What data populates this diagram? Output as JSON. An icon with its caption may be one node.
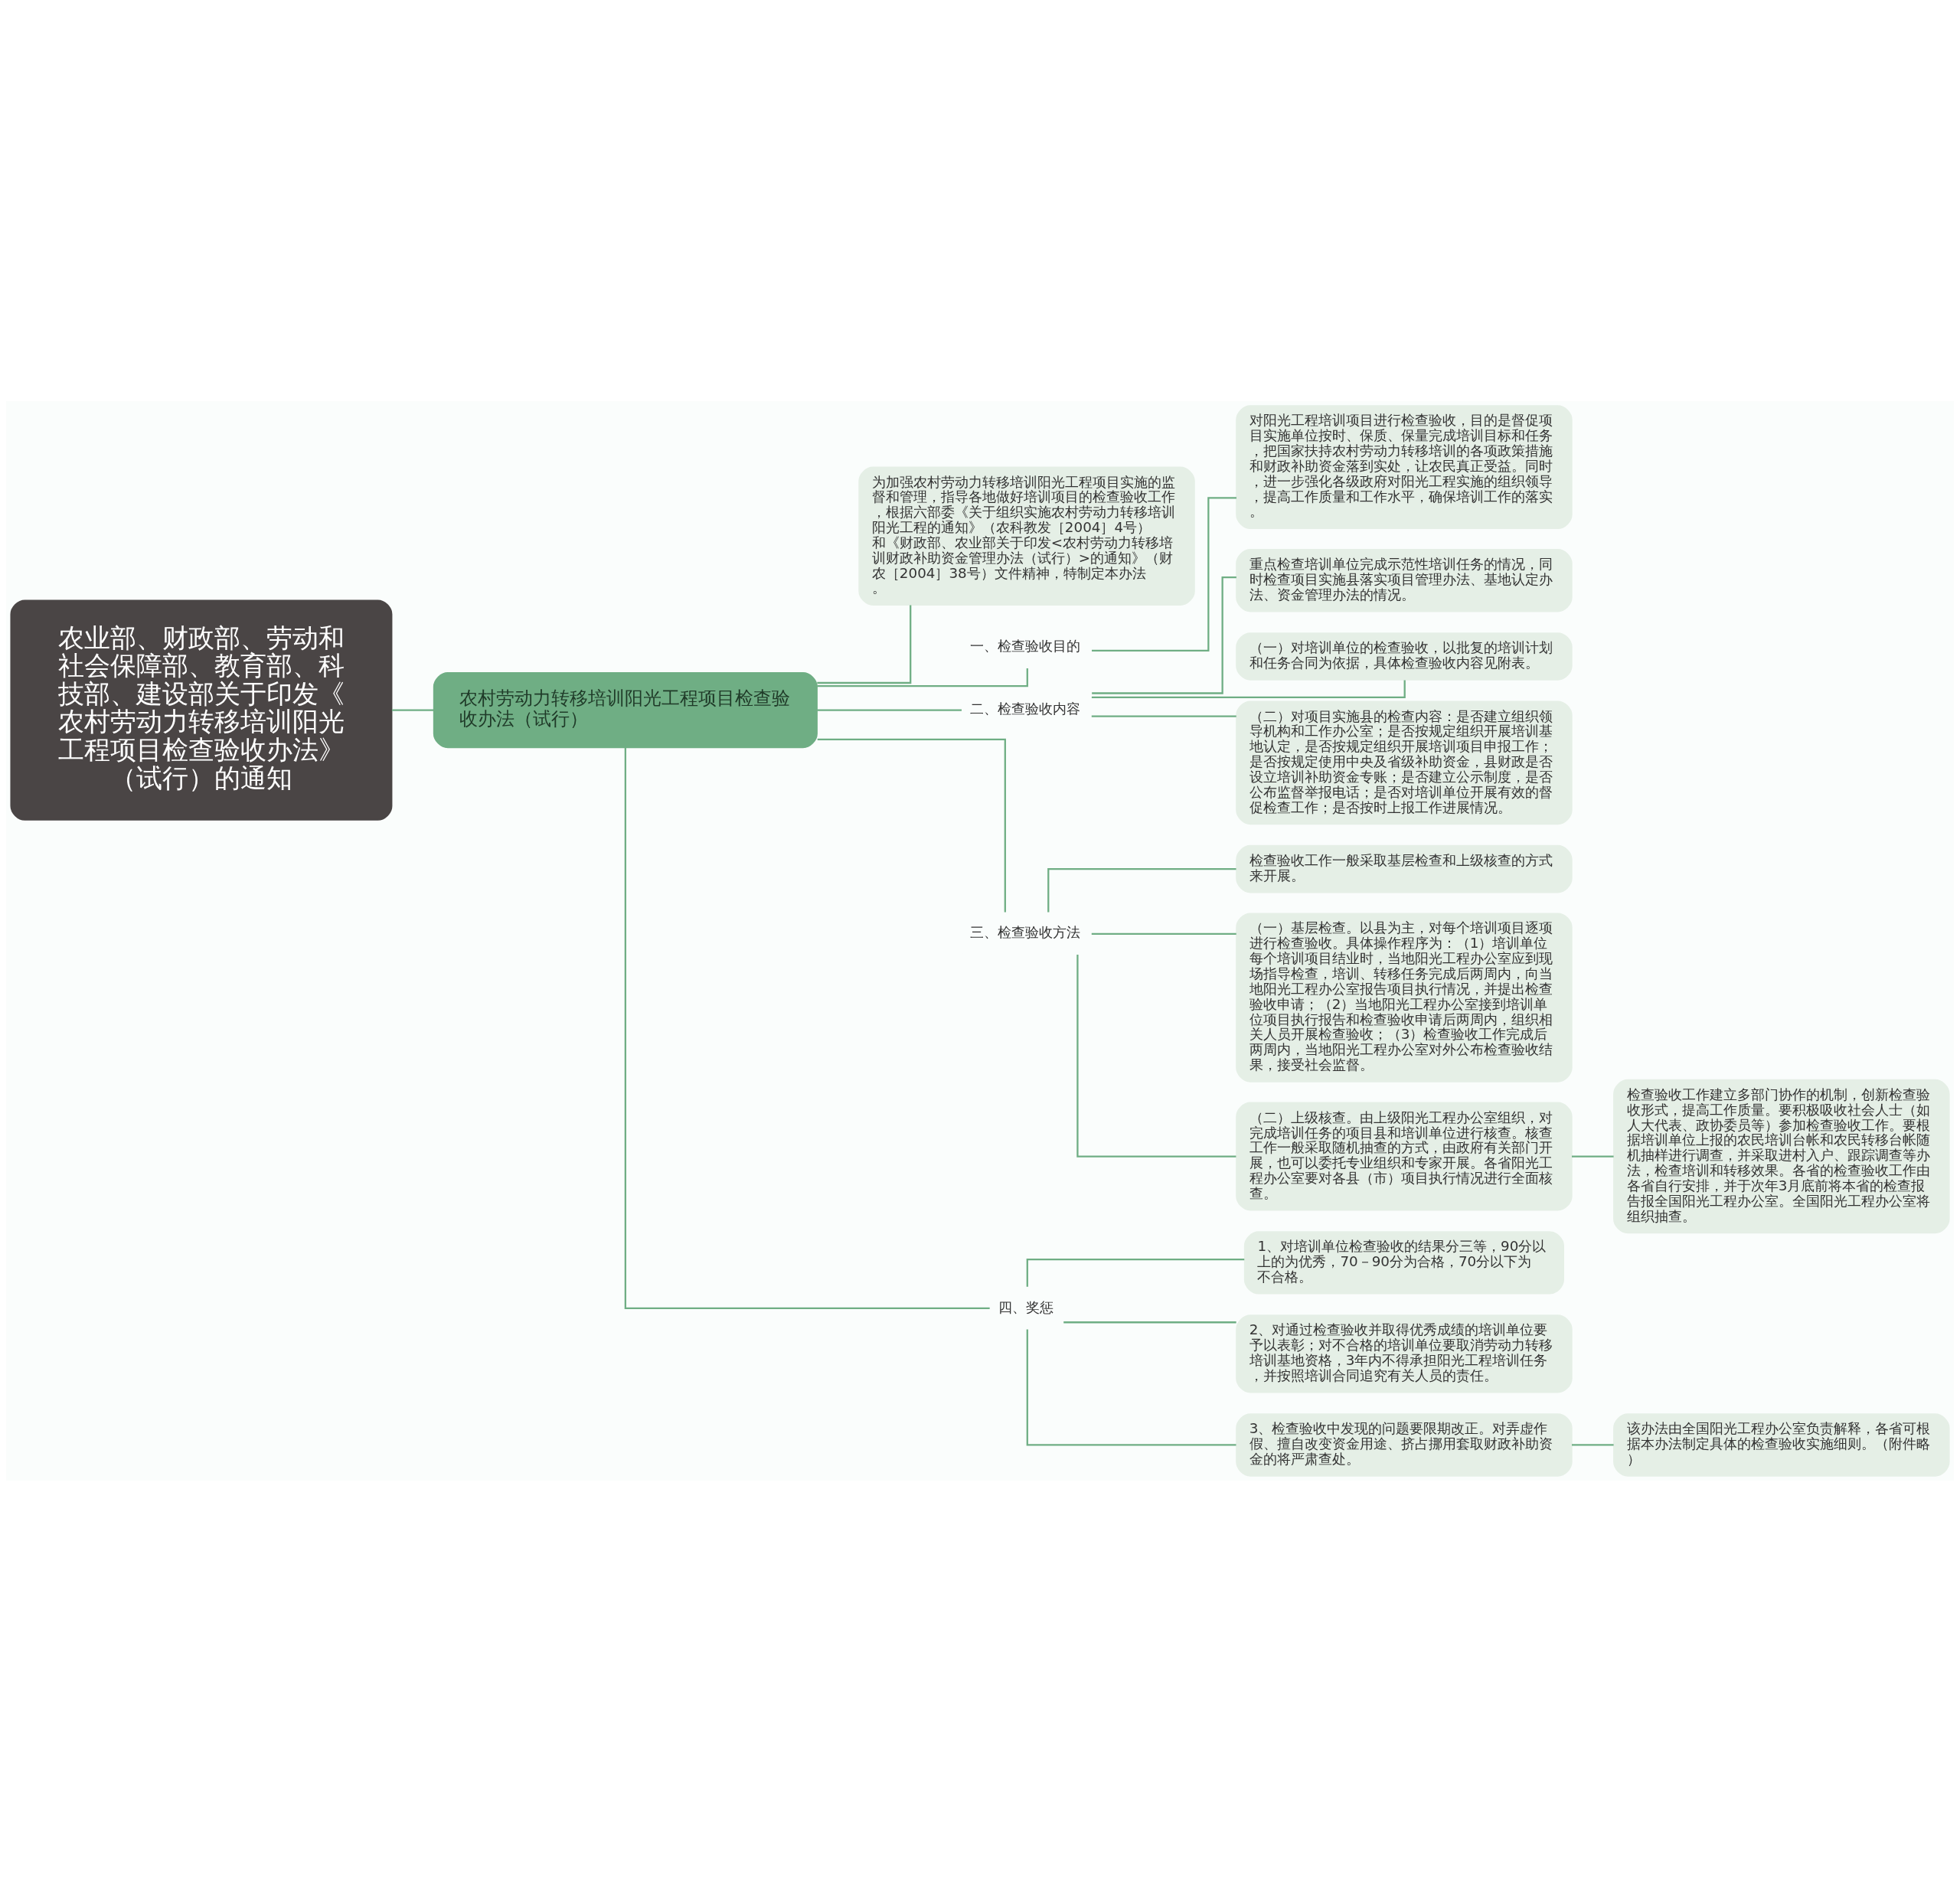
{
  "diagram": {
    "nodes": [
      {
        "text": [
          "农业部、财政部、劳动和社会保障部、教育部、科技部、建设部关于印发《农村劳动力转移培训阳光工程项目检查验收办法》（试行）的通知"
        ]
      },
      {
        "text": [
          "农村劳动力转移培训阳光工程项目检查验收办法（试行）"
        ]
      },
      {
        "text": [
          "为加强农村劳动力转移培训阳光工程项目实施的监督和管理，指导各地做好培训项目的检查验收工作，根据六部委《关于组织实施农村劳动力转移培训阳光工程的通知》（农科教发［2004］4号）和《财政部、农业部关于印发<农村劳动力转移培训财政补助资金管理办法（试行）>的通知》（财农［2004］38号）文件精神，特制定本办法。"
        ]
      },
      {
        "text": [
          "一、检查验收目的"
        ]
      },
      {
        "text": [
          "对阳光工程培训项目进行检查验收，目的是督促项目实施单位按时、保质、保量完成培训目标和任务，把国家扶持农村劳动力转移培训的各项政策措施和财政补助资金落到实处，让农民真正受益。同时，进一步强化各级政府对阳光工程实施的组织领导，提高工作质量和工作水平，确保培训工作的落实。"
        ]
      },
      {
        "text": [
          "二、检查验收内容"
        ]
      },
      {
        "text": [
          "重点检查培训单位完成示范性培训任务的情况，同时检查项目实施县落实项目管理办法、基地认定办法、资金管理办法的情况。"
        ]
      },
      {
        "text": [
          "（一）对培训单位的检查验收，以批复的培训计划和任务合同为依据，具体检查验收内容见附表。"
        ]
      },
      {
        "text": [
          "（二）对项目实施县的检查内容：是否建立组织领导机构和工作办公室；是否按规定组织开展培训基地认定，是否按规定组织开展培训项目申报工作；是否按规定使用中央及省级补助资金，县财政是否设立培训补助资金专账；是否建立公示制度，是否公布监督举报电话；是否对培训单位开展有效的督促检查工作；是否按时上报工作进展情况。"
        ]
      },
      {
        "text": [
          "三、检查验收方法"
        ]
      },
      {
        "text": [
          "检查验收工作一般采取基层检查和上级核查的方式来开展。"
        ]
      },
      {
        "text": [
          "（一）基层检查。以县为主，对每个培训项目逐项进行检查验收。具体操作程序为：（1）培训单位每个培训项目结业时，当地阳光工程办公室应到现场指导检查，培训、转移任务完成后两周内，向当地阳光工程办公室报告项目执行情况，并提出检查验收申请；（2）当地阳光工程办公室接到培训单位项目执行报告和检查验收申请后两周内，组织相关人员开展检查验收；（3）检查验收工作完成后两周内，当地阳光工程办公室对外公布检查验收结果，接受社会监督。"
        ]
      },
      {
        "text": [
          "（二）上级核查。由上级阳光工程办公室组织，对完成培训任务的项目县和培训单位进行核查。核查工作一般采取随机抽查的方式，由政府有关部门开展，也可以委托专业组织和专家开展。各省阳光工程办公室要对各县（市）项目执行情况进行全面核查。"
        ]
      },
      {
        "text": [
          "检查验收工作建立多部门协作的机制，创新检查验收形式，提高工作质量。要积极吸收社会人士（如人大代表、政协委员等）参加检查验收工作。要根据培训单位上报的农民培训台帐和农民转移台帐随机抽样进行调查，并采取进村入户、跟踪调查等办法，检查培训和转移效果。各省的检查验收工作由各省自行安排，并于次年3月底前将本省的检查报告报全国阳光工程办公室。全国阳光工程办公室将组织抽查。"
        ]
      },
      {
        "text": [
          "四、奖惩"
        ]
      },
      {
        "text": [
          "1、对培训单位检查验收的结果分三等，90分以上的为优秀，70－90分为合格，70分以下为不合格。"
        ]
      },
      {
        "text": [
          "2、对通过检查验收并取得优秀成绩的培训单位要予以表彰；对不合格的培训单位要取消劳动力转移培训基地资格，3年内不得承担阳光工程培训任务，并按照培训合同追究有关人员的责任。"
        ]
      },
      {
        "text": [
          "3、检查验收中发现的问题要限期改正。对弄虚作假、擅自改变资金用途、挤占挪用套取财政补助资金的将严肃查处。"
        ]
      },
      {
        "text": [
          "该办法由全国阳光工程办公室负责解释，各省可根据本办法制定具体的检查验收实施细则。（附件略）"
        ]
      }
    ],
    "edges": [
      {
        "from": 0,
        "to": 1,
        "arrow": "none"
      },
      {
        "from": 1,
        "to": 2,
        "arrow": "none"
      },
      {
        "from": 1,
        "to": 3,
        "arrow": "none"
      },
      {
        "from": 3,
        "to": 4,
        "arrow": "none"
      },
      {
        "from": 1,
        "to": 5,
        "arrow": "none"
      },
      {
        "from": 5,
        "to": 6,
        "arrow": "none"
      },
      {
        "from": 5,
        "to": 7,
        "arrow": "none"
      },
      {
        "from": 5,
        "to": 8,
        "arrow": "none"
      },
      {
        "from": 1,
        "to": 9,
        "arrow": "none"
      },
      {
        "from": 9,
        "to": 10,
        "arrow": "none"
      },
      {
        "from": 9,
        "to": 11,
        "arrow": "none"
      },
      {
        "from": 9,
        "to": 12,
        "arrow": "none"
      },
      {
        "from": 12,
        "to": 13,
        "arrow": "none"
      },
      {
        "from": 1,
        "to": 14,
        "arrow": "none"
      },
      {
        "from": 14,
        "to": 15,
        "arrow": "none"
      },
      {
        "from": 14,
        "to": 16,
        "arrow": "none"
      },
      {
        "from": 14,
        "to": 17,
        "arrow": "none"
      },
      {
        "from": 17,
        "to": 18,
        "arrow": "none"
      }
    ]
  }
}
